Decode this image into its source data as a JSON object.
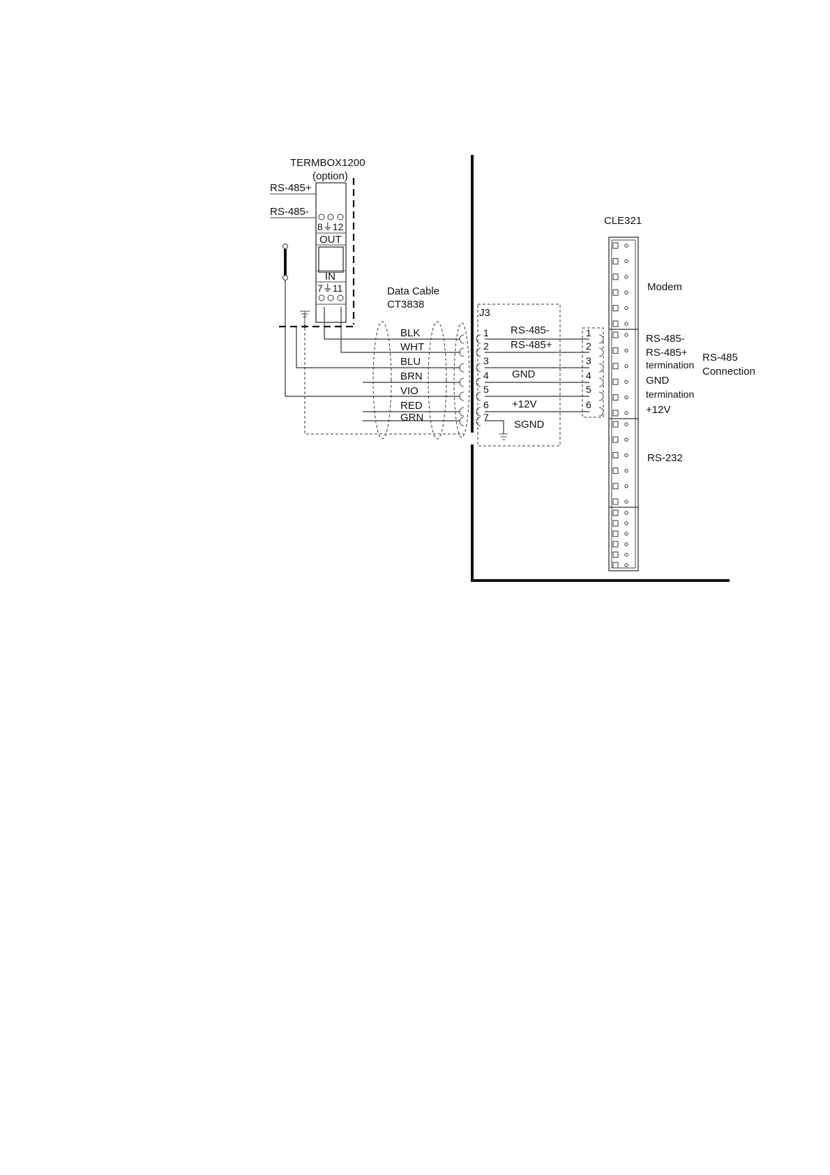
{
  "termbox": {
    "title": "TERMBOX1200",
    "subtitle": "(option)",
    "rs485_plus": "RS-485+",
    "rs485_minus": "RS-485-",
    "out_terminals": "8⏚12",
    "out_label": "OUT",
    "in_label": "IN",
    "in_terminals": "7⏚11"
  },
  "cable": {
    "name": "Data Cable",
    "part": "CT3838",
    "wires": [
      "BLK",
      "WHT",
      "BLU",
      "BRN",
      "VIO",
      "RED",
      "GRN"
    ]
  },
  "j3": {
    "label": "J3",
    "pins": [
      "1",
      "2",
      "3",
      "4",
      "5",
      "6",
      "7"
    ],
    "signals": {
      "p1": "RS-485-",
      "p2": "RS-485+",
      "p4": "GND",
      "p6": "+12V",
      "p7": "SGND"
    }
  },
  "terminal_block": {
    "pins": [
      "1",
      "2",
      "3",
      "4",
      "5",
      "6"
    ]
  },
  "cle321": {
    "title": "CLE321",
    "modem": "Modem",
    "rs485_minus": "RS-485-",
    "rs485_plus": "RS-485+",
    "termination1": "termination",
    "gnd": "GND",
    "termination2": "termination",
    "plus12v": "+12V",
    "rs232": "RS-232",
    "rs485_group_line1": "RS-485",
    "rs485_group_line2": "Connection"
  }
}
